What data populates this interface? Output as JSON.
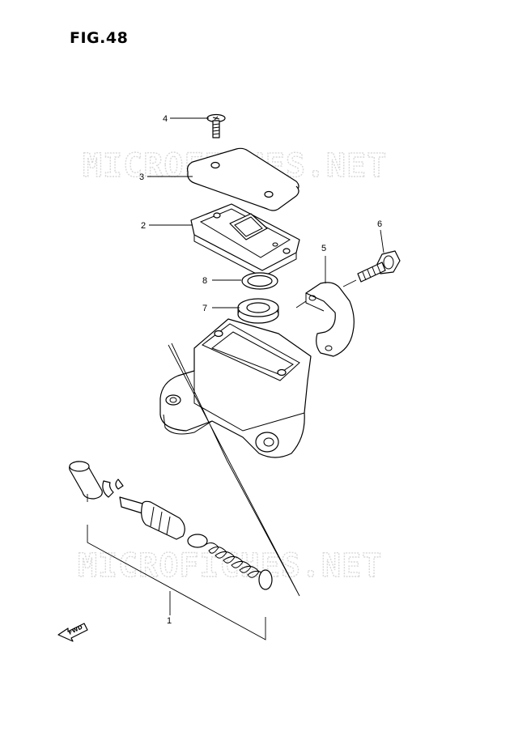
{
  "figure": {
    "title": "FIG.48"
  },
  "watermark": {
    "text": "MICROFICHES.NET"
  },
  "callouts": [
    {
      "id": "1",
      "label": "1"
    },
    {
      "id": "2",
      "label": "2"
    },
    {
      "id": "3",
      "label": "3"
    },
    {
      "id": "4",
      "label": "4"
    },
    {
      "id": "5",
      "label": "5"
    },
    {
      "id": "6",
      "label": "6"
    },
    {
      "id": "7",
      "label": "7"
    },
    {
      "id": "8",
      "label": "8"
    }
  ],
  "direction_indicator": {
    "label": "FWD"
  }
}
